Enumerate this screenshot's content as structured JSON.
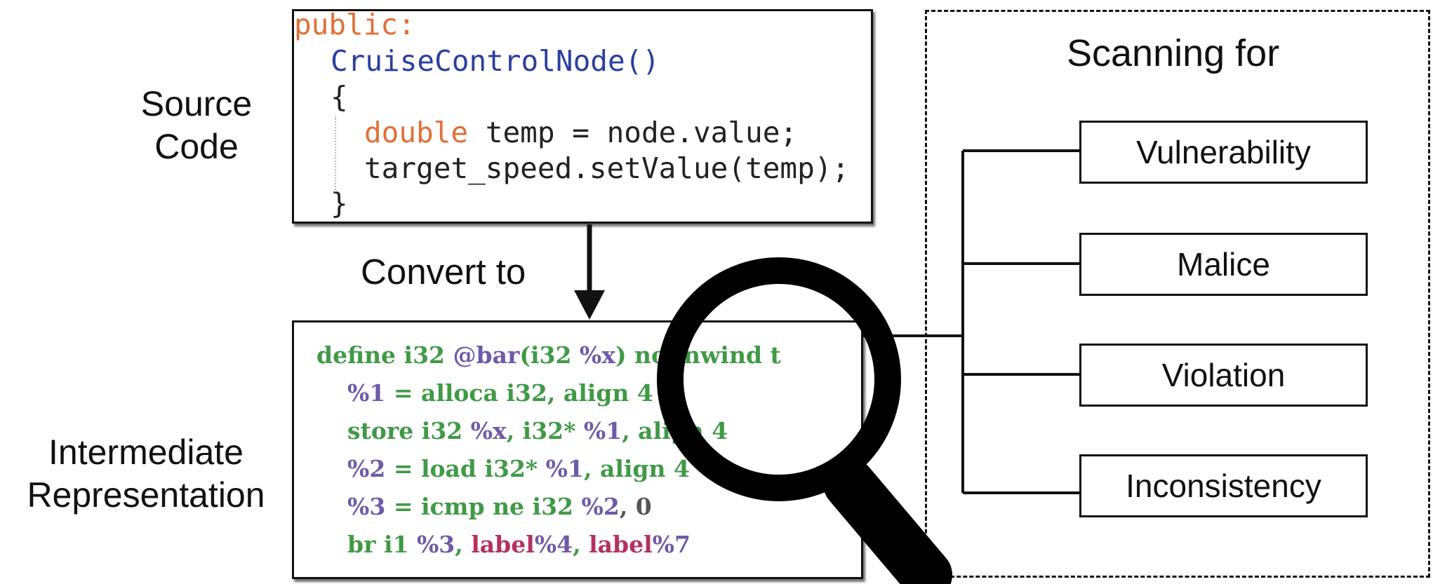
{
  "labels": {
    "source_code_line1": "Source",
    "source_code_line2": "Code",
    "ir_line1": "Intermediate",
    "ir_line2": "Representation",
    "convert_to": "Convert to",
    "scanning_for": "Scanning for"
  },
  "source_code": {
    "line1": "public:",
    "line2": "CruiseControlNode()",
    "line3": "{",
    "line4_kw": "double",
    "line4_rest": " temp = node.value;",
    "line5": "target_speed.setValue(temp);",
    "line6": "}"
  },
  "ir_code": {
    "l1_kw": "define i32 ",
    "l1_fn": "@bar",
    "l1_a": "(i32 ",
    "l1_var": "%x",
    "l1_b": ") nounwind t",
    "l2_var": "%1",
    "l2_rest": " = alloca i32, align 4",
    "l3_a": "store i32 ",
    "l3_var": "%x",
    "l3_b": ", i32* ",
    "l3_var2": "%1",
    "l3_c": ", align 4",
    "l4_var": "%2",
    "l4_a": " = load i32* ",
    "l4_var2": "%1",
    "l4_b": ", align 4",
    "l5_var": "%3",
    "l5_a": " = icmp ne i32 ",
    "l5_var2": "%2",
    "l5_b": ", 0",
    "l6_a": "br i1 ",
    "l6_var": "%3",
    "l6_b": ", ",
    "l6_label": "label",
    "l6_var2": "%4",
    "l6_c": ", ",
    "l6_label2": "label",
    "l6_var3": "%7"
  },
  "scan_targets": [
    "Vulnerability",
    "Malice",
    "Violation",
    "Inconsistency"
  ],
  "icons": {
    "magnifier": "magnifying-glass-icon",
    "arrow": "arrow-down-icon"
  }
}
